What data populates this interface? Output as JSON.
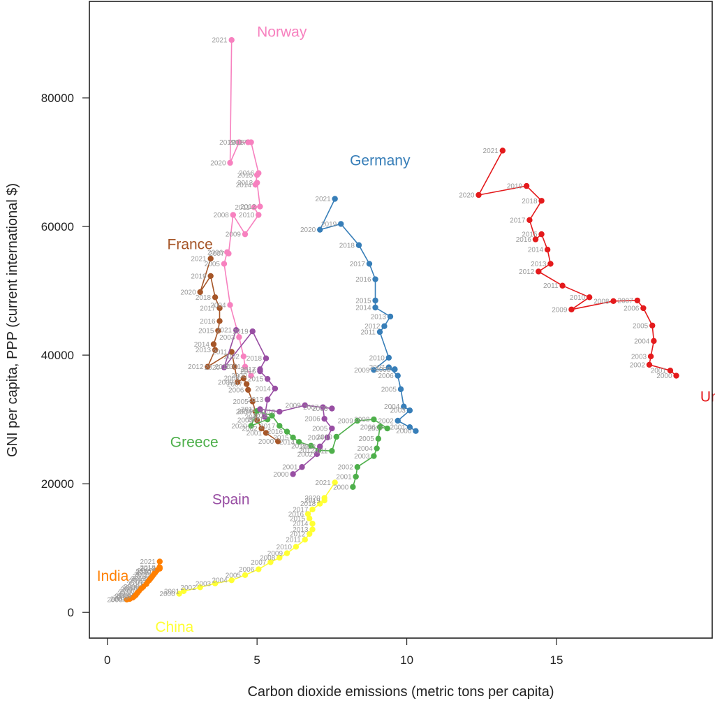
{
  "chart_data": {
    "type": "line",
    "title": "",
    "xlabel": "Carbon dioxide emissions (metric tons per capita)",
    "ylabel": "GNI per capita, PPP (current international $)",
    "xlim": [
      -0.6,
      20.2
    ],
    "ylim": [
      -4000,
      95000
    ],
    "xticks": [
      0,
      5,
      10,
      15
    ],
    "xtick_labels": [
      "0",
      "5",
      "10",
      "15"
    ],
    "yticks": [
      0,
      20000,
      40000,
      60000,
      80000
    ],
    "ytick_labels": [
      "0",
      "20000",
      "40000",
      "60000",
      "80000"
    ],
    "grid": false,
    "series": [
      {
        "name": "United States",
        "color": "#e41a1c",
        "label_at": [
          19.8,
          32800
        ],
        "years": [
          "2000",
          "2001",
          "2002",
          "2003",
          "2004",
          "2005",
          "2006",
          "2007",
          "2008",
          "2009",
          "2010",
          "2011",
          "2012",
          "2013",
          "2014",
          "2015",
          "2016",
          "2017",
          "2018",
          "2019",
          "2020",
          "2021"
        ],
        "x": [
          19.0,
          18.8,
          18.1,
          18.15,
          18.25,
          18.2,
          17.9,
          17.7,
          16.9,
          15.5,
          16.1,
          15.2,
          14.4,
          14.8,
          14.7,
          14.5,
          14.3,
          14.1,
          14.5,
          14.0,
          12.4,
          13.2
        ],
        "y": [
          36800,
          37600,
          38500,
          39800,
          42200,
          44600,
          47300,
          48500,
          48400,
          47100,
          49000,
          50800,
          53000,
          54200,
          56400,
          58800,
          58000,
          61000,
          64000,
          66300,
          64900,
          71800
        ]
      },
      {
        "name": "Norway",
        "color": "#f781bf",
        "label_at": [
          5.0,
          89500
        ],
        "years": [
          "2000",
          "2001",
          "2002",
          "2003",
          "2004",
          "2005",
          "2006",
          "2007",
          "2008",
          "2009",
          "2010",
          "2011",
          "2012",
          "2013",
          "2014",
          "2015",
          "2016",
          "2017",
          "2018",
          "2019",
          "2020",
          "2021"
        ],
        "x": [
          4.8,
          4.6,
          4.55,
          4.4,
          4.1,
          3.9,
          4.0,
          4.05,
          4.2,
          4.6,
          5.05,
          4.9,
          5.1,
          5.0,
          4.95,
          5.0,
          5.05,
          4.8,
          4.7,
          4.4,
          4.1,
          4.15
        ],
        "y": [
          36800,
          38200,
          39800,
          42800,
          47800,
          54200,
          56000,
          55800,
          61800,
          58800,
          61800,
          63000,
          63100,
          66800,
          66500,
          68000,
          68300,
          73100,
          73100,
          73100,
          69900,
          89000
        ]
      },
      {
        "name": "Germany",
        "color": "#377eb8",
        "label_at": [
          8.1,
          69500
        ],
        "years": [
          "2000",
          "2001",
          "2002",
          "2003",
          "2004",
          "2005",
          "2006",
          "2007",
          "2008",
          "2009",
          "2010",
          "2011",
          "2012",
          "2013",
          "2014",
          "2015",
          "2016",
          "2017",
          "2018",
          "2019",
          "2020",
          "2021"
        ],
        "x": [
          10.3,
          10.1,
          9.7,
          10.1,
          9.9,
          9.8,
          9.7,
          9.4,
          9.6,
          8.9,
          9.4,
          9.1,
          9.25,
          9.45,
          8.95,
          8.95,
          8.95,
          8.75,
          8.4,
          7.8,
          7.1,
          7.6
        ],
        "y": [
          28200,
          28800,
          29800,
          31400,
          32000,
          34700,
          36800,
          38100,
          37800,
          37700,
          39600,
          43600,
          44500,
          46000,
          47400,
          48500,
          51800,
          54200,
          57100,
          60400,
          59500,
          64300
        ]
      },
      {
        "name": "France",
        "color": "#a65628",
        "label_at": [
          2.0,
          56500
        ],
        "years": [
          "2000",
          "2001",
          "2002",
          "2003",
          "2004",
          "2005",
          "2006",
          "2007",
          "2008",
          "2009",
          "2010",
          "2011",
          "2012",
          "2013",
          "2014",
          "2015",
          "2016",
          "2017",
          "2018",
          "2019",
          "2020",
          "2021"
        ],
        "x": [
          5.7,
          5.3,
          5.15,
          5.0,
          4.95,
          4.85,
          4.7,
          4.65,
          4.55,
          4.35,
          4.25,
          4.15,
          3.35,
          3.6,
          3.55,
          3.7,
          3.75,
          3.75,
          3.6,
          3.45,
          3.1,
          3.45
        ],
        "y": [
          26600,
          27900,
          28600,
          29900,
          31200,
          32800,
          34600,
          35500,
          36400,
          35800,
          38200,
          40500,
          38200,
          40800,
          41700,
          43800,
          45300,
          47300,
          49000,
          52300,
          49800,
          55000
        ]
      },
      {
        "name": "Greece",
        "color": "#4daf4a",
        "label_at": [
          2.1,
          25700
        ],
        "years": [
          "2000",
          "2001",
          "2002",
          "2003",
          "2004",
          "2005",
          "2006",
          "2007",
          "2008",
          "2009",
          "2010",
          "2011",
          "2012",
          "2013",
          "2014",
          "2015",
          "2016",
          "2017",
          "2018",
          "2019",
          "2020",
          "2021"
        ],
        "x": [
          8.2,
          8.3,
          8.35,
          8.9,
          9.0,
          9.05,
          9.1,
          9.35,
          8.9,
          8.35,
          7.65,
          7.5,
          7.05,
          6.8,
          6.4,
          6.2,
          6.0,
          5.75,
          5.5,
          5.0,
          4.8,
          5.35
        ],
        "y": [
          19500,
          21100,
          22600,
          24300,
          25500,
          27000,
          28800,
          28600,
          30000,
          29800,
          27300,
          25100,
          25200,
          25900,
          26500,
          27200,
          28100,
          29000,
          30600,
          31300,
          29000,
          30000
        ]
      },
      {
        "name": "Spain",
        "color": "#984ea3",
        "label_at": [
          3.5,
          16800
        ],
        "years": [
          "2000",
          "2001",
          "2002",
          "2003",
          "2004",
          "2005",
          "2006",
          "2007",
          "2008",
          "2009",
          "2010",
          "2011",
          "2012",
          "2013",
          "2014",
          "2015",
          "2016",
          "2017",
          "2018",
          "2019",
          "2020",
          "2021"
        ],
        "x": [
          6.2,
          6.5,
          7.0,
          7.1,
          7.35,
          7.5,
          7.25,
          7.2,
          7.5,
          6.6,
          5.75,
          5.1,
          5.25,
          5.35,
          5.6,
          5.35,
          5.1,
          5.1,
          5.3,
          4.85,
          3.9,
          4.3
        ],
        "y": [
          21500,
          22600,
          24600,
          25800,
          27200,
          28600,
          30100,
          31900,
          31700,
          32200,
          31200,
          31600,
          30400,
          33100,
          34800,
          36300,
          37500,
          37800,
          39500,
          43700,
          38100,
          43900
        ]
      },
      {
        "name": "India",
        "color": "#ff7f00",
        "label_at": [
          -0.35,
          4900
        ],
        "years": [
          "2000",
          "2001",
          "2002",
          "2003",
          "2004",
          "2005",
          "2006",
          "2007",
          "2008",
          "2009",
          "2010",
          "2011",
          "2012",
          "2013",
          "2014",
          "2015",
          "2016",
          "2017",
          "2018",
          "2019",
          "2020",
          "2021"
        ],
        "x": [
          0.65,
          0.75,
          0.85,
          0.9,
          0.95,
          1.0,
          1.05,
          1.1,
          1.15,
          1.2,
          1.3,
          1.35,
          1.4,
          1.45,
          1.5,
          1.55,
          1.6,
          1.65,
          1.75,
          1.75,
          1.6,
          1.75
        ],
        "y": [
          2000,
          2100,
          2300,
          2500,
          2700,
          3000,
          3300,
          3600,
          3800,
          4000,
          4400,
          4800,
          5000,
          5300,
          5600,
          5900,
          6200,
          6500,
          6800,
          7000,
          6400,
          7900
        ]
      },
      {
        "name": "China",
        "color": "#ffff33",
        "label_at": [
          1.6,
          -3000
        ],
        "years": [
          "2000",
          "2001",
          "2002",
          "2003",
          "2004",
          "2005",
          "2006",
          "2007",
          "2008",
          "2009",
          "2010",
          "2011",
          "2012",
          "2013",
          "2014",
          "2015",
          "2016",
          "2017",
          "2018",
          "2019",
          "2020",
          "2021"
        ],
        "x": [
          2.4,
          2.55,
          3.1,
          3.6,
          4.15,
          4.6,
          5.05,
          5.45,
          5.75,
          6.0,
          6.3,
          6.6,
          6.75,
          6.85,
          6.85,
          6.75,
          6.7,
          6.85,
          7.1,
          7.25,
          7.25,
          7.6
        ],
        "y": [
          2900,
          3300,
          3900,
          4500,
          5000,
          5800,
          6700,
          7800,
          8500,
          9200,
          10200,
          11300,
          12200,
          12900,
          13800,
          14600,
          15300,
          16000,
          16900,
          17400,
          17800,
          20200
        ]
      }
    ]
  }
}
